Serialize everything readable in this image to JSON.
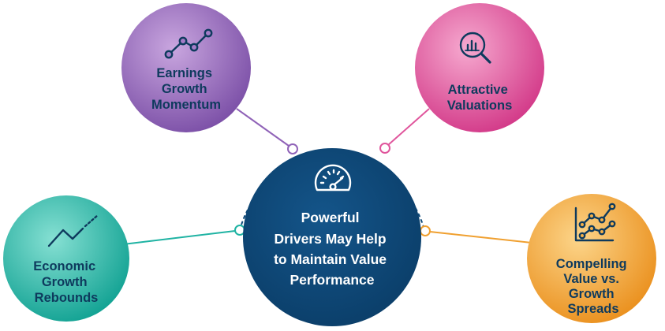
{
  "center": {
    "lines": [
      "Powerful",
      "Drivers May Help",
      "to Maintain Value",
      "Performance"
    ],
    "icon": "speedometer-icon",
    "color": "#0d4a7a"
  },
  "nodes": [
    {
      "id": "earnings-growth-momentum",
      "lines": [
        "Earnings",
        "Growth",
        "Momentum"
      ],
      "icon": "line-chart-dots-icon",
      "colors": [
        "#b78fd0",
        "#7c4fa8"
      ],
      "connector_color": "#9063b8"
    },
    {
      "id": "attractive-valuations",
      "lines": [
        "Attractive",
        "Valuations"
      ],
      "icon": "magnifier-bar-chart-icon",
      "colors": [
        "#f08dc1",
        "#d43b8a"
      ],
      "connector_color": "#e0559c"
    },
    {
      "id": "economic-growth-rebounds",
      "lines": [
        "Economic",
        "Growth",
        "Rebounds"
      ],
      "icon": "trend-up-icon",
      "colors": [
        "#68d6c6",
        "#14a596"
      ],
      "connector_color": "#1fb3a3"
    },
    {
      "id": "compelling-value-vs-growth-spreads",
      "lines": [
        "Compelling",
        "Value vs.",
        "Growth",
        "Spreads"
      ],
      "icon": "two-line-chart-icon",
      "colors": [
        "#f9c46a",
        "#ec9422"
      ],
      "connector_color": "#f0a030"
    }
  ]
}
